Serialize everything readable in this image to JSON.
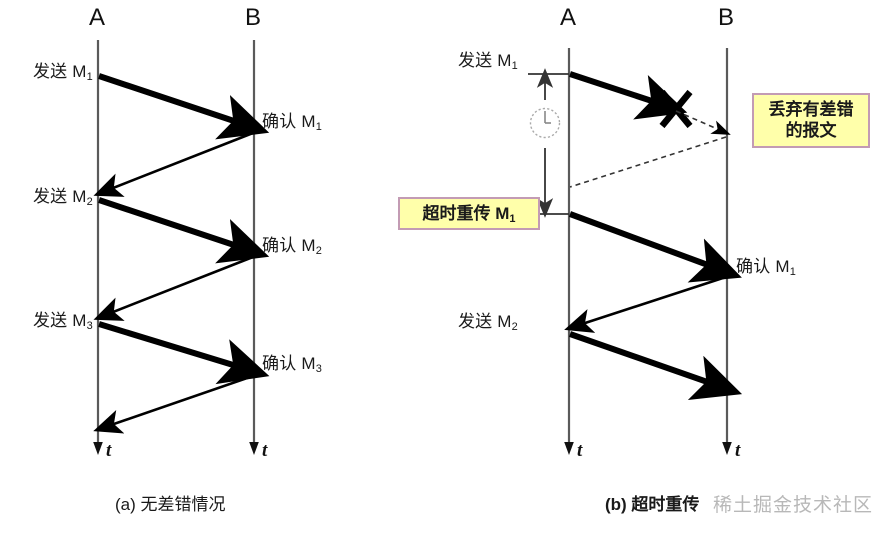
{
  "figure": {
    "title_a": "(a) 无差错情况",
    "title_b": "(b) 超时重传",
    "watermark": "稀土掘金技术社区",
    "colors": {
      "background": "#ffffff",
      "line": "#5a5a5a",
      "arrow": "#000000",
      "callout_fill": "#ffffaa",
      "callout_border": "#c39bb4",
      "watermark": "#b8b8b8"
    }
  },
  "panel_a": {
    "node_a": "A",
    "node_b": "B",
    "time_axis_label_a": "t",
    "time_axis_label_b": "t",
    "left_labels": [
      {
        "text": "发送 M",
        "sub": "1"
      },
      {
        "text": "发送 M",
        "sub": "2"
      },
      {
        "text": "发送 M",
        "sub": "3"
      }
    ],
    "right_labels": [
      {
        "text": "确认 M",
        "sub": "1"
      },
      {
        "text": "确认 M",
        "sub": "2"
      },
      {
        "text": "确认 M",
        "sub": "3"
      }
    ]
  },
  "panel_b": {
    "node_a": "A",
    "node_b": "B",
    "time_axis_label_a": "t",
    "time_axis_label_b": "t",
    "send_m1": {
      "text": "发送 M",
      "sub": "1"
    },
    "send_m2": {
      "text": "发送 M",
      "sub": "2"
    },
    "ack_m1": {
      "text": "确认 M",
      "sub": "1"
    },
    "callout_retransmit": {
      "text": "超时重传 M",
      "sub": "1"
    },
    "callout_discard_line1": "丢弃有差错",
    "callout_discard_line2": "的报文",
    "timer_icon": "clock-icon",
    "error_mark": "X"
  }
}
